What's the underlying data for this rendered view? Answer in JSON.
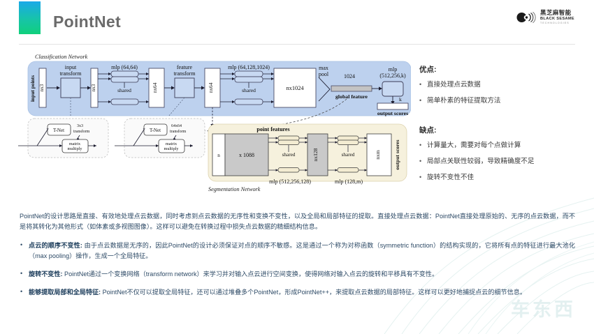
{
  "header": {
    "title": "PointNet",
    "accent_top": "#1aa9e8",
    "accent_bottom": "#10d07c"
  },
  "logo": {
    "icon": "black-sesame-logo-icon",
    "cn": "黑芝麻智能",
    "en": "BLACK SESAME",
    "sub": "TECHNOLOGIES"
  },
  "watermark": {
    "text": "车东西"
  },
  "figure": {
    "classification": {
      "caption": "Classification Network",
      "input_label": "input points",
      "blocks": {
        "nx3_a": "nx3",
        "input_transform": "input\ntransform",
        "input_transform_l1": "input",
        "input_transform_l2": "transform",
        "nx3_b": "nx3",
        "mlp_6464": "mlp (64,64)",
        "shared_1": "shared",
        "nx64_a": "nx64",
        "feature_transform_l1": "feature",
        "feature_transform_l2": "transform",
        "nx64_b": "nx64",
        "mlp_641281024": "mlp (64,128,1024)",
        "shared_2": "shared",
        "nx1024": "nx1024",
        "max_l1": "max",
        "max_l2": "pool",
        "dim_1024": "1024",
        "global_feature": "global feature",
        "mlp_512256k_l1": "mlp",
        "mlp_512256k_l2": "(512,256,k)",
        "k": "k",
        "output_scores": "output scores"
      }
    },
    "tnet_small": {
      "name": "T-Net",
      "transform_l1": "3x3",
      "transform_l2": "transform",
      "matrix_l1": "matrix",
      "matrix_l2": "multiply"
    },
    "tnet_large": {
      "name": "T-Net",
      "transform_l1": "64x64",
      "transform_l2": "transform",
      "matrix_l1": "matrix",
      "matrix_l2": "multiply"
    },
    "segmentation": {
      "caption": "Segmentation Network",
      "point_features": "point features",
      "n_label": "n",
      "x1088": "x 1088",
      "shared_1": "shared",
      "mlp_512256128": "mlp (512,256,128)",
      "nx128": "nx128",
      "shared_2": "shared",
      "mlp_128m": "mlp (128,m)",
      "nxm": "nxm",
      "output_scores": "output scores"
    }
  },
  "panel": {
    "pros_title": "优点:",
    "pros": [
      "直接处理点云数据",
      "简单朴素的特征提取方法"
    ],
    "cons_title": "缺点:",
    "cons": [
      "计算量大，需要对每个点做计算",
      "局部点关联性较弱，导致精确度不足",
      "旋转不变性不佳"
    ]
  },
  "prose": {
    "paragraph": "PointNet的设计思路是直接、有效地处理点云数据，同时考虑到点云数据的无序性和变换不变性，以及全局和局部特征的提取。直接处理点云数据：PointNet直接处理原始的、无序的点云数据，而不是将其转化为其他形式（如体素或多视图图像）。这样可以避免在转换过程中损失点云数据的精细结构信息。",
    "bullets": [
      {
        "term": "点云的顺序不变性:",
        "text": "由于点云数据是无序的，因此PointNet的设计必须保证对点的顺序不敏感。这是通过一个称为对称函数（symmetric function）的结构实现的，它将所有点的特征进行最大池化（max pooling）操作，生成一个全局特征。"
      },
      {
        "term": "旋转不变性:",
        "text": "PointNet通过一个变换网络（transform network）来学习并对输入点云进行空间变换，使得网络对输入点云的旋转和平移具有不变性。"
      },
      {
        "term": "能够提取局部和全局特征:",
        "text": "PointNet不仅可以提取全局特征，还可以通过堆叠多个PointNet，形成PointNet++，来提取点云数据的局部特征。这样可以更好地捕捉点云的细节信息。"
      }
    ]
  }
}
